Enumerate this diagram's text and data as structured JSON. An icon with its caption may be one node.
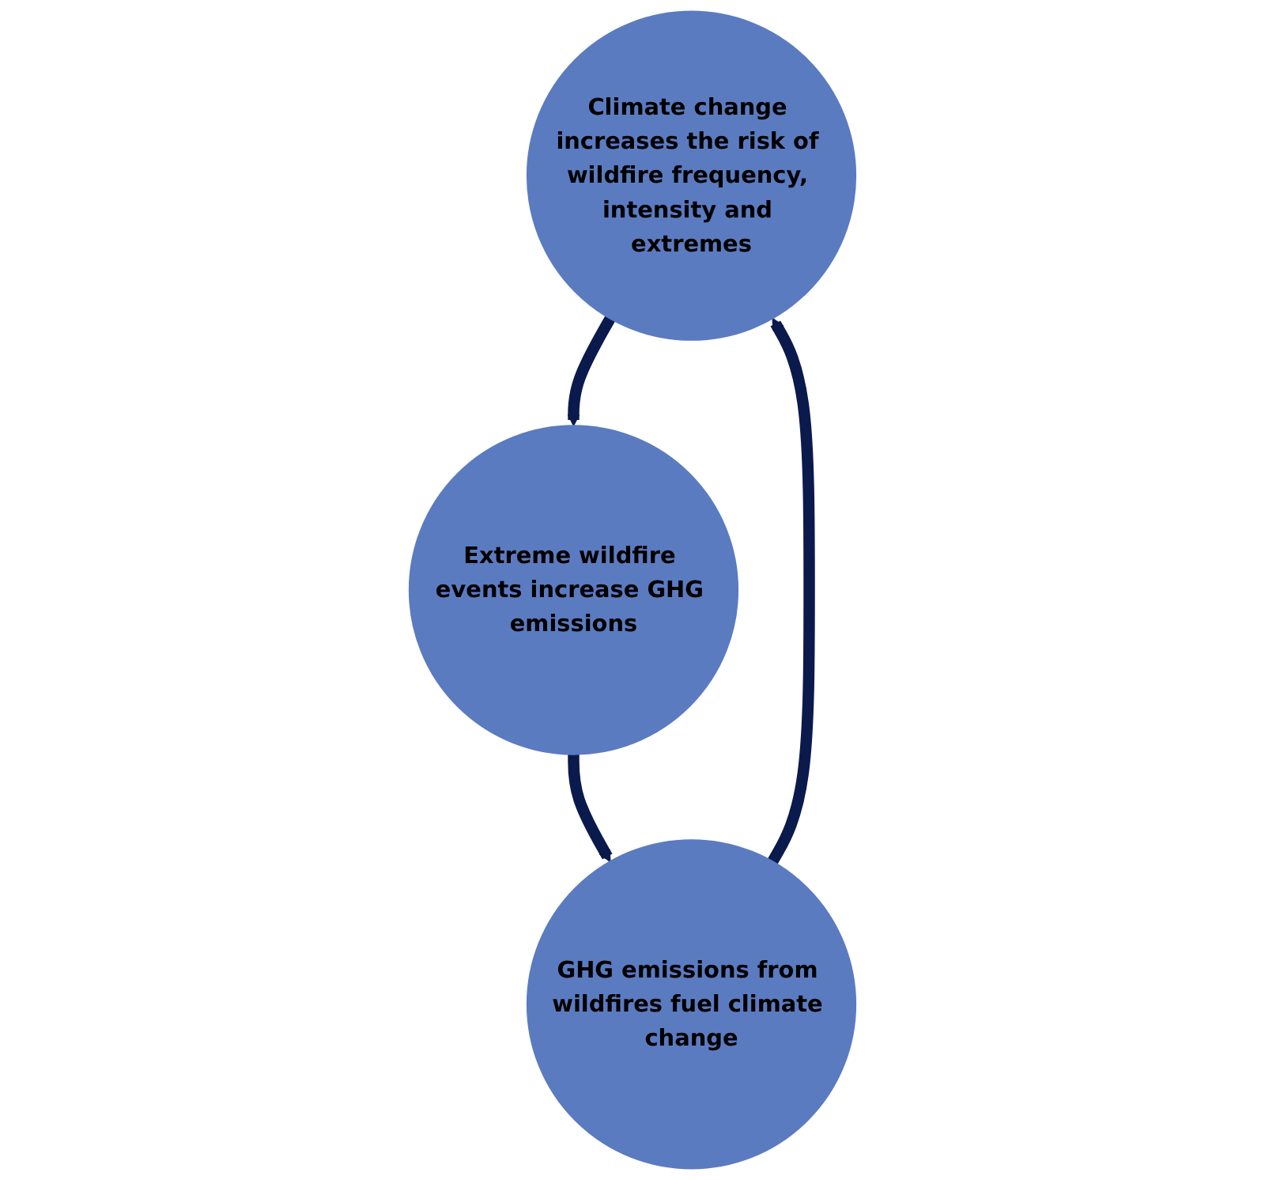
{
  "diagram": {
    "nodes": [
      {
        "text": [
          "Climate change increases the risk of wildfire frequency, intensity and extremes"
        ]
      },
      {
        "text": [
          "Extreme wildfire events increase GHG emissions"
        ]
      },
      {
        "text": [
          "GHG emissions from wildfires fuel climate change"
        ]
      }
    ],
    "edges": [
      {
        "from": 0,
        "to": 1,
        "arrow": "to"
      },
      {
        "from": 1,
        "to": 2,
        "arrow": "to"
      },
      {
        "from": 2,
        "to": 0,
        "arrow": "to"
      }
    ]
  }
}
